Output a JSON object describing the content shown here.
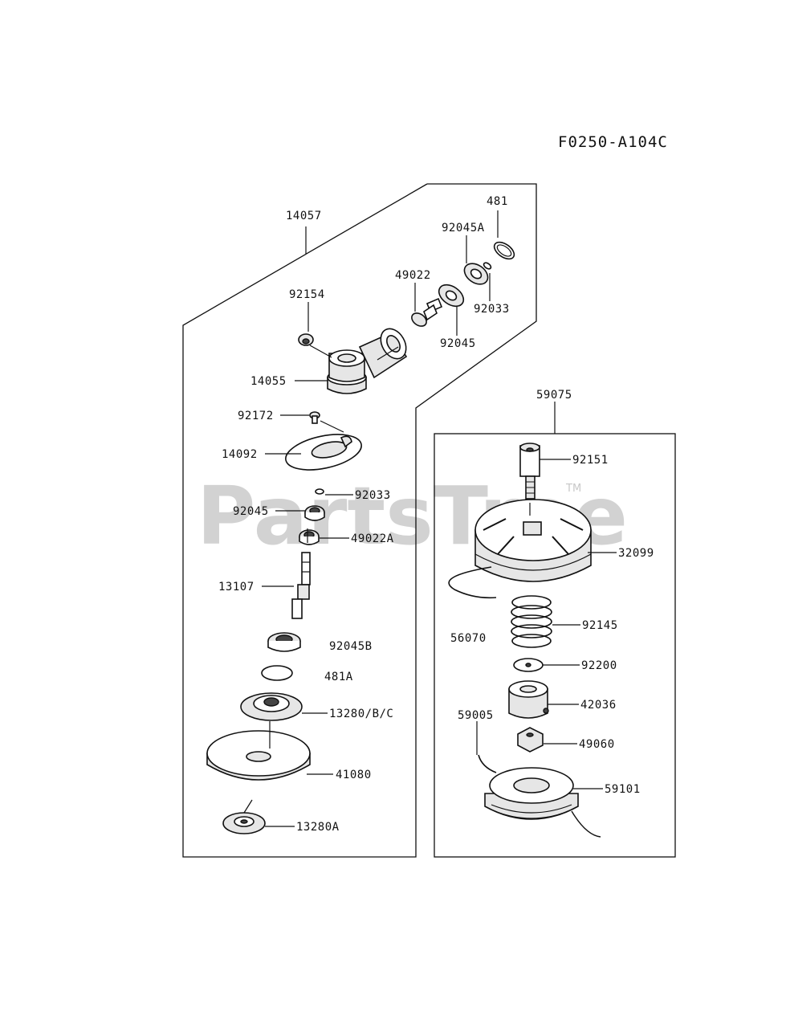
{
  "figure_code": "F0250-A104C",
  "watermark": "PartsTree",
  "trademark": "TM",
  "assemblies": [
    {
      "assembly": "14057",
      "label": "14057"
    },
    {
      "assembly": "59075",
      "label": "59075"
    }
  ],
  "parts": [
    {
      "part": "481",
      "label": "481"
    },
    {
      "part": "92045A",
      "label": "92045A"
    },
    {
      "part": "49022",
      "label": "49022"
    },
    {
      "part": "92033-upper",
      "label": "92033"
    },
    {
      "part": "92045-upper",
      "label": "92045"
    },
    {
      "part": "92154",
      "label": "92154"
    },
    {
      "part": "14055",
      "label": "14055"
    },
    {
      "part": "92172",
      "label": "92172"
    },
    {
      "part": "14092",
      "label": "14092"
    },
    {
      "part": "92033-lower",
      "label": "92033"
    },
    {
      "part": "92045-lower",
      "label": "92045"
    },
    {
      "part": "49022A",
      "label": "49022A"
    },
    {
      "part": "13107",
      "label": "13107"
    },
    {
      "part": "92045B",
      "label": "92045B"
    },
    {
      "part": "481A",
      "label": "481A"
    },
    {
      "part": "13280BC",
      "label": "13280/B/C"
    },
    {
      "part": "41080",
      "label": "41080"
    },
    {
      "part": "13280A",
      "label": "13280A"
    },
    {
      "part": "92151",
      "label": "92151"
    },
    {
      "part": "32099",
      "label": "32099"
    },
    {
      "part": "56070",
      "label": "56070"
    },
    {
      "part": "92145",
      "label": "92145"
    },
    {
      "part": "92200",
      "label": "92200"
    },
    {
      "part": "42036",
      "label": "42036"
    },
    {
      "part": "59005",
      "label": "59005"
    },
    {
      "part": "49060",
      "label": "49060"
    },
    {
      "part": "59101",
      "label": "59101"
    }
  ]
}
